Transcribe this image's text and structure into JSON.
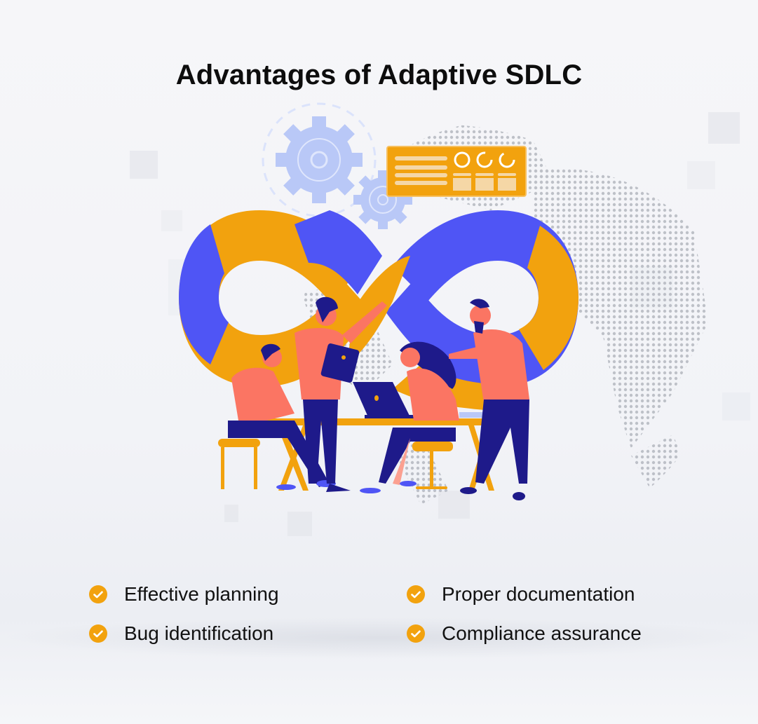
{
  "title": "Advantages of Adaptive SDLC",
  "benefits": [
    {
      "label": "Effective planning",
      "icon": "check-circle-icon"
    },
    {
      "label": "Bug identification",
      "icon": "check-circle-icon"
    },
    {
      "label": "Proper documentation",
      "icon": "check-circle-icon"
    },
    {
      "label": "Compliance assurance",
      "icon": "check-circle-icon"
    }
  ],
  "colors": {
    "accent_orange": "#f2a20e",
    "accent_blue": "#4f55f5",
    "navy": "#1e1a8a",
    "skin_shirt": "#fb7563",
    "gear_blue": "#b9c8f7",
    "text": "#0d0d0d"
  }
}
